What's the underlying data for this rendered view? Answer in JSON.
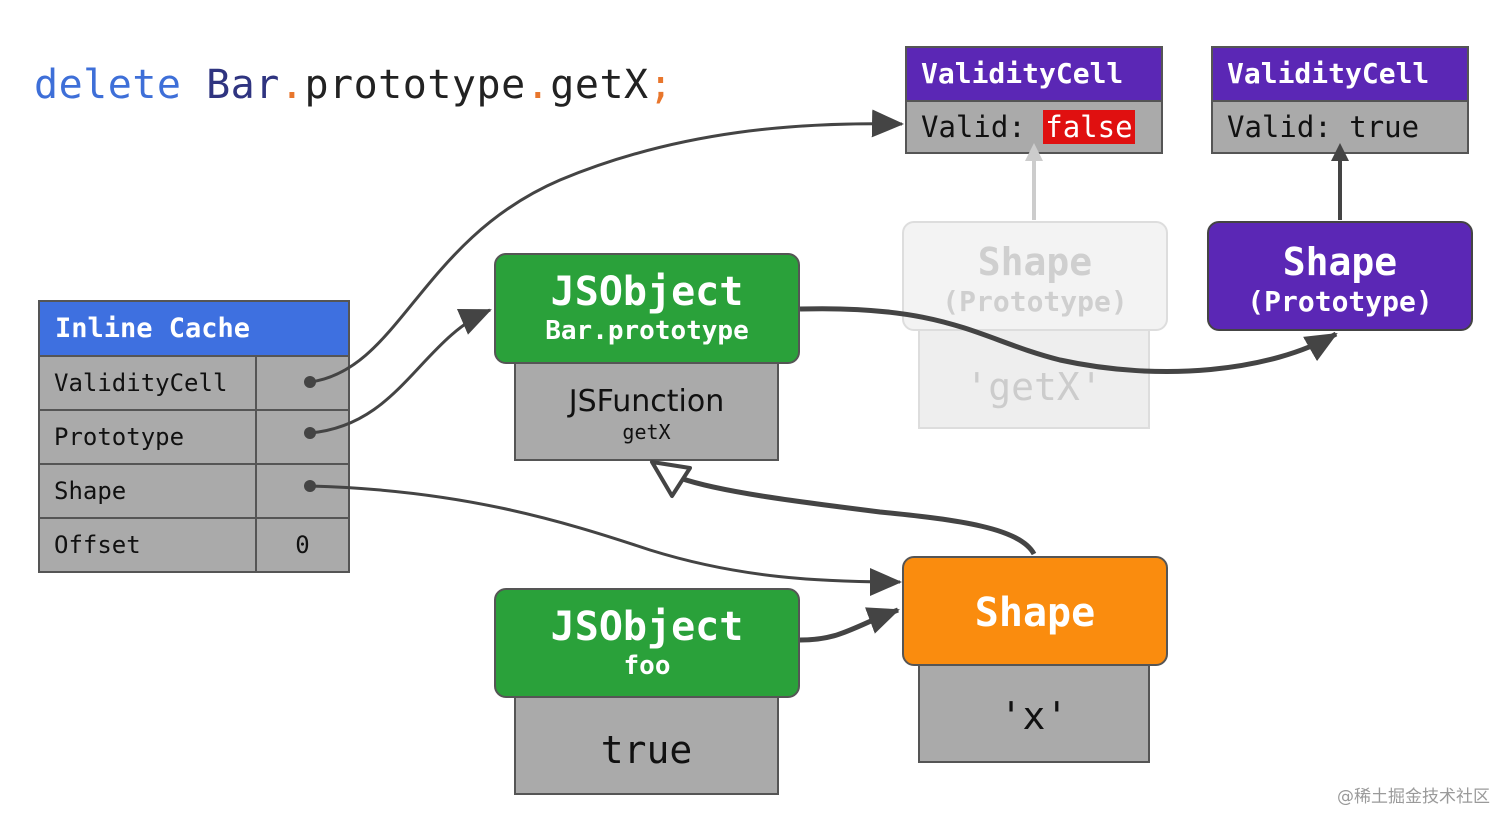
{
  "code": {
    "keyword": "delete",
    "object": "Bar",
    "dot1": ".",
    "property1": "prototype",
    "dot2": ".",
    "property2": "getX",
    "semicolon": ";"
  },
  "inline_cache": {
    "title": "Inline Cache",
    "rows": [
      {
        "label": "ValidityCell",
        "value": ""
      },
      {
        "label": "Prototype",
        "value": ""
      },
      {
        "label": "Shape",
        "value": ""
      },
      {
        "label": "Offset",
        "value": "0"
      }
    ]
  },
  "validity_cells": [
    {
      "title": "ValidityCell",
      "label": "Valid:",
      "value": "false",
      "value_color": "#e01010"
    },
    {
      "title": "ValidityCell",
      "label": "Valid:",
      "value": "true"
    }
  ],
  "jsobject_bar": {
    "title": "JSObject",
    "subtitle": "Bar.prototype"
  },
  "jsfunction": {
    "title": "JSFunction",
    "subtitle": "getX"
  },
  "shape_prototype_old": {
    "title": "Shape",
    "subtitle": "(Prototype)",
    "property": "'getX'"
  },
  "shape_prototype_new": {
    "title": "Shape",
    "subtitle": "(Prototype)"
  },
  "jsobject_foo": {
    "title": "JSObject",
    "subtitle": "foo",
    "value": "true"
  },
  "shape_foo": {
    "title": "Shape",
    "property": "'x'"
  },
  "colors": {
    "inline_cache_header": "#3e70e0",
    "jsobject": "#2aa13a",
    "validity_header": "#5b27b5",
    "shape_prototype": "#5b27b5",
    "shape_orange": "#fa8c0e",
    "cell_gray": "#aaaaaa",
    "arrow": "#444444"
  },
  "watermark": "@稀土掘金技术社区"
}
